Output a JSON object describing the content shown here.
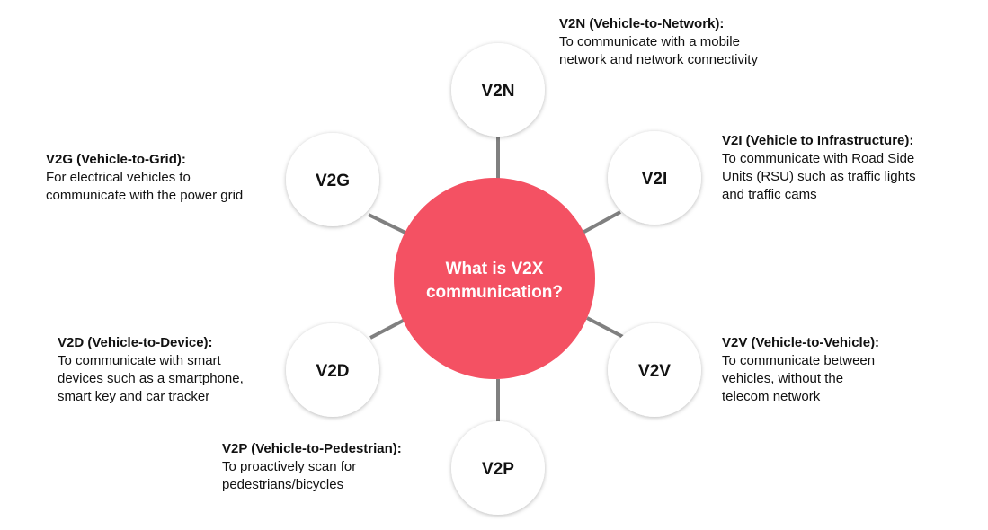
{
  "center": {
    "line1": "What is V2X",
    "line2": "communication?"
  },
  "colors": {
    "center_fill": "#f45163",
    "connector": "#808080",
    "node_fill": "#ffffff"
  },
  "nodes": {
    "v2n": {
      "label": "V2N",
      "title": "V2N (Vehicle-to-Network):",
      "lines": [
        "To communicate with a mobile",
        "network and network connectivity"
      ]
    },
    "v2i": {
      "label": "V2I",
      "title": "V2I (Vehicle to Infrastructure):",
      "lines": [
        "To communicate with Road Side",
        "Units (RSU) such as traffic lights",
        "and traffic cams"
      ]
    },
    "v2v": {
      "label": "V2V",
      "title": "V2V (Vehicle-to-Vehicle):",
      "lines": [
        "To communicate between",
        "vehicles, without the",
        "telecom network"
      ]
    },
    "v2p": {
      "label": "V2P",
      "title": "V2P (Vehicle-to-Pedestrian):",
      "lines": [
        "To proactively scan for",
        "pedestrians/bicycles"
      ]
    },
    "v2d": {
      "label": "V2D",
      "title": "V2D (Vehicle-to-Device):",
      "lines": [
        "To communicate with smart",
        "devices such as a smartphone,",
        "smart key and car tracker"
      ]
    },
    "v2g": {
      "label": "V2G",
      "title": "V2G (Vehicle-to-Grid):",
      "lines": [
        "For electrical vehicles to",
        "communicate with the power grid"
      ]
    }
  }
}
